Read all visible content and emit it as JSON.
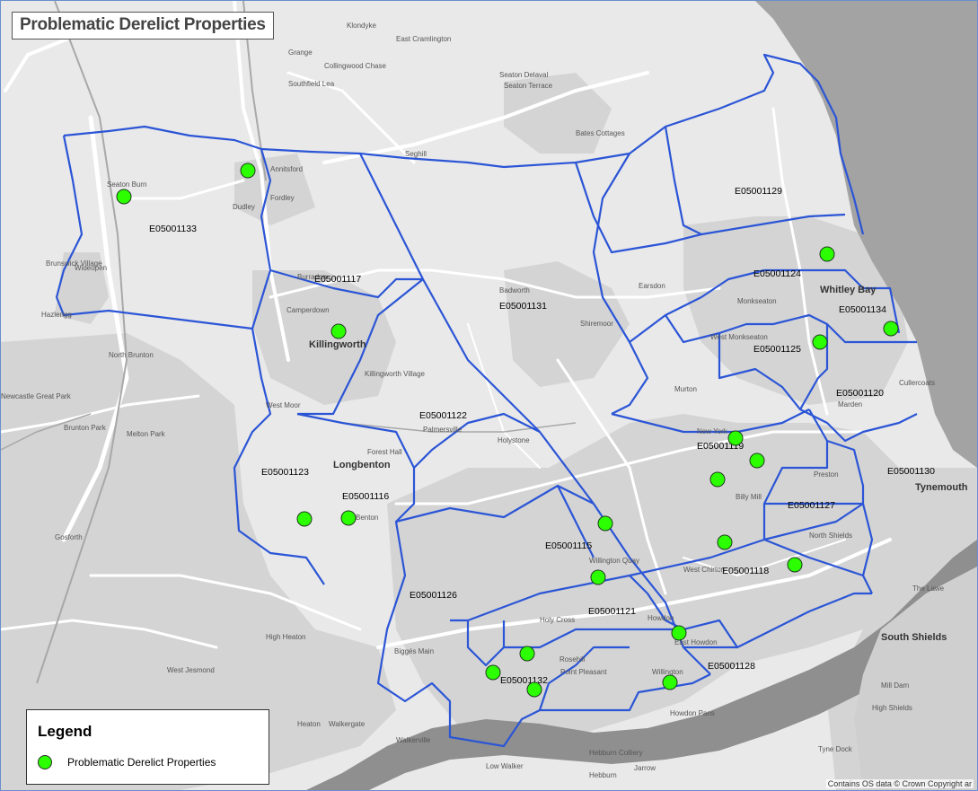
{
  "title": "Problematic Derelict Properties",
  "legend": {
    "title": "Legend",
    "item_label": "Problematic Derelict Properties",
    "marker_color": "#2bff00"
  },
  "copyright": "Contains OS data © Crown Copyright ar",
  "colors": {
    "boundary": "#2b55d6",
    "marker_fill": "#2bff00",
    "marker_stroke": "#1f3a1f",
    "sea": "#a3a3a3",
    "river": "#8f8f8f",
    "land": "#e9e9e9"
  },
  "ward_labels": [
    "E05001129",
    "E05001133",
    "E05001124",
    "E05001117",
    "E05001131",
    "E05001134",
    "E05001125",
    "E05001120",
    "E05001122",
    "E05001119",
    "E05001123",
    "E05001116",
    "E05001130",
    "E05001127",
    "E05001115",
    "E05001118",
    "E05001126",
    "E05001121",
    "E05001132",
    "E05001128"
  ],
  "place_names": [
    "Klondyke",
    "East Cramlington",
    "Grange",
    "Collingwood Chase",
    "Southfield Lea",
    "Seaton Delaval",
    "Seaton Terrace",
    "Seghill",
    "Bates Cottages",
    "Seaton Burn",
    "Annitsford",
    "Fordley",
    "Dudley",
    "Brunswick Village",
    "Wideopen",
    "Hazlerigg",
    "Burradon",
    "Camperdown",
    "Badworth",
    "Earsdon",
    "Monkseaton",
    "Whitley Bay",
    "West Monkseaton",
    "Shiremoor",
    "Killingworth",
    "Killingworth Village",
    "North Brunton",
    "Newcastle Great Park",
    "Brunton Park",
    "Melton Park",
    "West Moor",
    "Forest Hall",
    "Palmersville",
    "Holystone",
    "Murton",
    "Cullercoats",
    "Marden",
    "New York",
    "Longbenton",
    "Benton",
    "Preston",
    "Billy Mill",
    "Tynemouth",
    "Gosforth",
    "North Shields",
    "West Chirton",
    "Willington Quay",
    "The Lawe",
    "Holy Cross",
    "Howdon",
    "High Heaton",
    "West Jesmond",
    "Heaton",
    "Walkergate",
    "Walkerville",
    "Biggés Main",
    "Rosehill",
    "Point Pleasant",
    "Willington",
    "East Howdon",
    "Mill Dam",
    "High Shields",
    "South Shields",
    "Tyne Dock",
    "Hebburn Colliery",
    "Hebburn",
    "Jarrow",
    "Low Walker",
    "Howdon Pans"
  ]
}
